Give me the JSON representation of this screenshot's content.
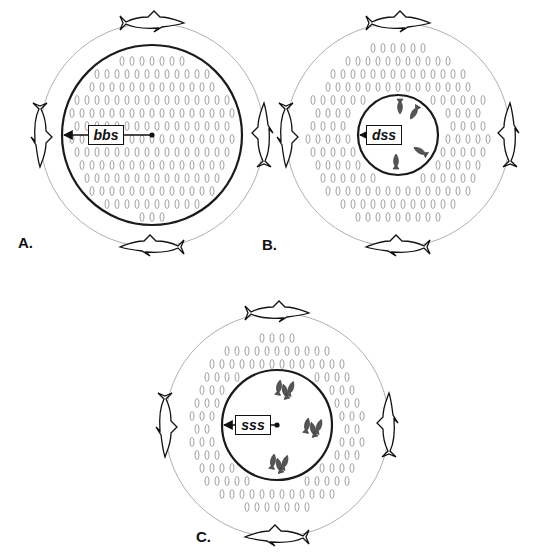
{
  "diagram": {
    "nodes": [
      {
        "text": [
          "bbs"
        ]
      },
      {
        "text": [
          "dss"
        ]
      },
      {
        "text": [
          "sss"
        ]
      }
    ],
    "labels": [
      "A.",
      "B.",
      "C."
    ]
  }
}
